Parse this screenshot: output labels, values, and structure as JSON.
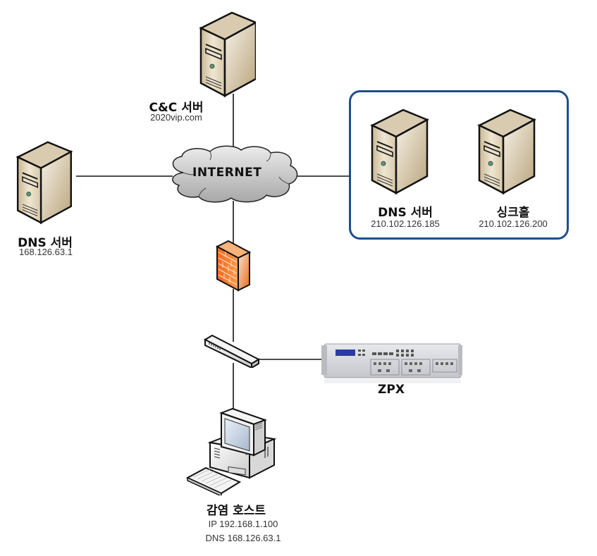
{
  "diagram": {
    "type": "network-topology",
    "nodes": {
      "cnc_server": {
        "title": "C&C 서버",
        "subtitle": "2020vip.com",
        "icon": "server-tower-icon"
      },
      "dns_server_local": {
        "title": "DNS 서버",
        "subtitle": "168.126.63.1",
        "icon": "server-tower-icon"
      },
      "internet": {
        "title": "INTERNET",
        "icon": "cloud-icon"
      },
      "dns_server_remote": {
        "title": "DNS 서버",
        "subtitle": "210.102.126.185",
        "icon": "server-tower-icon"
      },
      "sinkhole": {
        "title": "싱크홀",
        "subtitle": "210.102.126.200",
        "icon": "server-tower-icon"
      },
      "firewall": {
        "icon": "firewall-icon"
      },
      "switch": {
        "icon": "network-switch-icon"
      },
      "zpx": {
        "title": "ZPX",
        "icon": "rack-appliance-icon"
      },
      "infected_host": {
        "title": "감염 호스트",
        "ip_line": "IP 192.168.1.100",
        "dns_line": "DNS 168.126.63.1",
        "icon": "desktop-computer-icon"
      }
    },
    "edges": [
      [
        "cnc_server",
        "internet"
      ],
      [
        "dns_server_local",
        "internet"
      ],
      [
        "internet",
        "remote_group"
      ],
      [
        "internet",
        "firewall"
      ],
      [
        "firewall",
        "switch"
      ],
      [
        "switch",
        "zpx"
      ],
      [
        "switch",
        "infected_host"
      ]
    ],
    "colors": {
      "group_border": "#1f4e8c",
      "server_body": "#d9cbb0",
      "firewall": "#f07a2a",
      "cloud": "#d0d0d0"
    }
  }
}
